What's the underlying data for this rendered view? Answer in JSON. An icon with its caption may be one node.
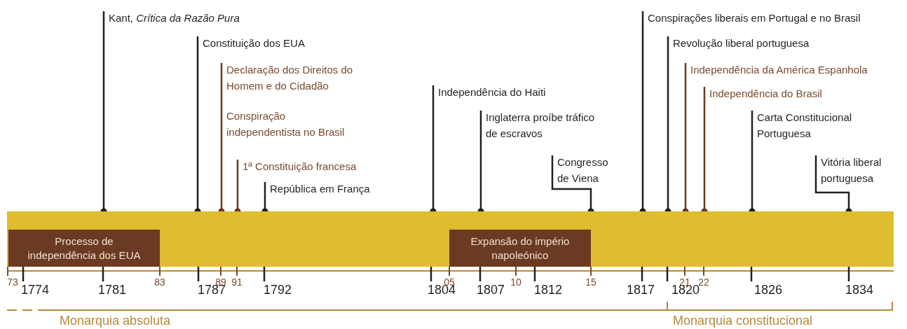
{
  "diagram": {
    "nodes": [
      {
        "text": [],
        "shape": "bar"
      },
      {
        "text": [
          "Processo de independência dos EUA"
        ],
        "in": 0
      },
      {
        "text": [
          "Expansão do império napoleónico"
        ],
        "in": 0
      },
      {
        "text": [
          "Kant, *Crítica da Razão Pura*"
        ]
      },
      {
        "text": [
          "Constituição dos EUA"
        ]
      },
      {
        "text": [
          "Declaração dos Direitos do Homem e do Cidadão",
          "Conspiração independentista no Brasil"
        ]
      },
      {
        "text": [
          "1ª Constituição francesa"
        ]
      },
      {
        "text": [
          "República em França"
        ]
      },
      {
        "text": [
          "Independência do Haiti"
        ]
      },
      {
        "text": [
          "Inglaterra proíbe tráfico de escravos"
        ]
      },
      {
        "text": [
          "Congresso de Viena"
        ]
      },
      {
        "text": [
          "Conspirações liberais em Portugal e no Brasil"
        ]
      },
      {
        "text": [
          "Revolução liberal portuguesa"
        ]
      },
      {
        "text": [
          "Independência da América Espanhola"
        ]
      },
      {
        "text": [
          "Independência do Brasil"
        ]
      },
      {
        "text": [
          "Carta Constitucional Portuguesa"
        ]
      },
      {
        "text": [
          "Vitória liberal portuguesa"
        ]
      }
    ],
    "edges": [
      {
        "from": 3,
        "to": 0,
        "arrow": "other"
      },
      {
        "from": 4,
        "to": 0,
        "arrow": "other"
      },
      {
        "from": 5,
        "to": 0,
        "arrow": "other",
        "color": "#6b3a22"
      },
      {
        "from": 6,
        "to": 0,
        "arrow": "other",
        "color": "#6b3a22"
      },
      {
        "from": 7,
        "to": 0,
        "arrow": "other"
      },
      {
        "from": 8,
        "to": 0,
        "arrow": "other"
      },
      {
        "from": 9,
        "to": 0,
        "arrow": "other"
      },
      {
        "from": 10,
        "to": 0,
        "arrow": "other"
      },
      {
        "from": 11,
        "to": 0,
        "arrow": "other"
      },
      {
        "from": 12,
        "to": 0,
        "arrow": "other"
      },
      {
        "from": 13,
        "to": 0,
        "arrow": "other",
        "color": "#6b3a22"
      },
      {
        "from": 14,
        "to": 0,
        "arrow": "other",
        "color": "#6b3a22"
      },
      {
        "from": 15,
        "to": 0,
        "arrow": "other"
      },
      {
        "from": 16,
        "to": 0,
        "arrow": "other"
      }
    ],
    "labels": [
      "73",
      "1774",
      "1781",
      "83",
      "1787",
      "89",
      "91",
      "1792",
      "1804",
      "05",
      "1807",
      "10",
      "1812",
      "15",
      "1817",
      "1820",
      "21",
      "22",
      "1826",
      "1834",
      "Monarquia absoluta",
      "Monarquia constitucional"
    ]
  }
}
